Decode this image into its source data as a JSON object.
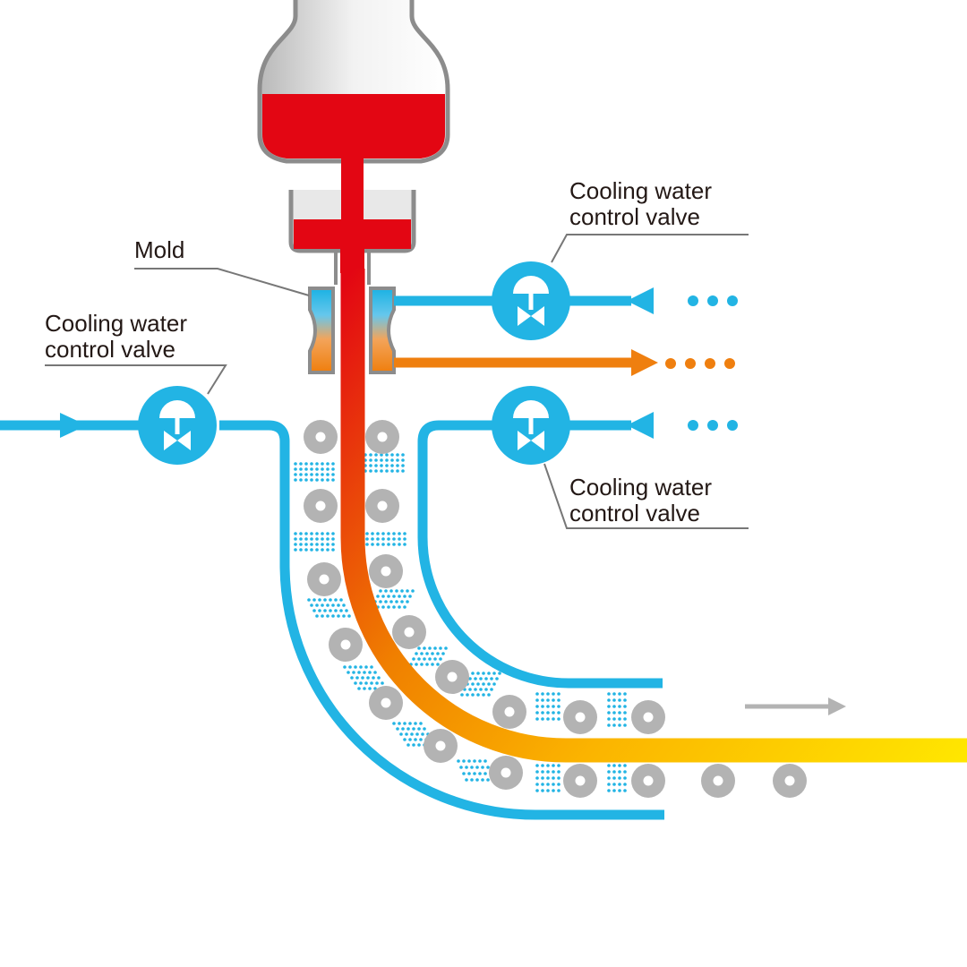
{
  "labels": {
    "mold": "Mold",
    "valve_left": [
      "Cooling water",
      "control valve"
    ],
    "valve_top_right": [
      "Cooling water",
      "control valve"
    ],
    "valve_bottom_right": [
      "Cooling water",
      "control valve"
    ]
  },
  "colors": {
    "water": "#22b4e4",
    "hot_water": "#ef7f0f",
    "molten_steel": "#e30613",
    "strand_hot": "#e30613",
    "strand_mid": "#f08000",
    "strand_cool": "#ffe600",
    "roll": "#b3b3b3",
    "vessel_outline": "#8c8c8c",
    "vessel_fill": "#e8e8e8",
    "leader_line": "#777777",
    "exit_arrow": "#b3b3b3"
  },
  "icons": {
    "valve": "valve-icon",
    "roll": "roll-icon",
    "flow_arrow": "arrow-icon"
  }
}
